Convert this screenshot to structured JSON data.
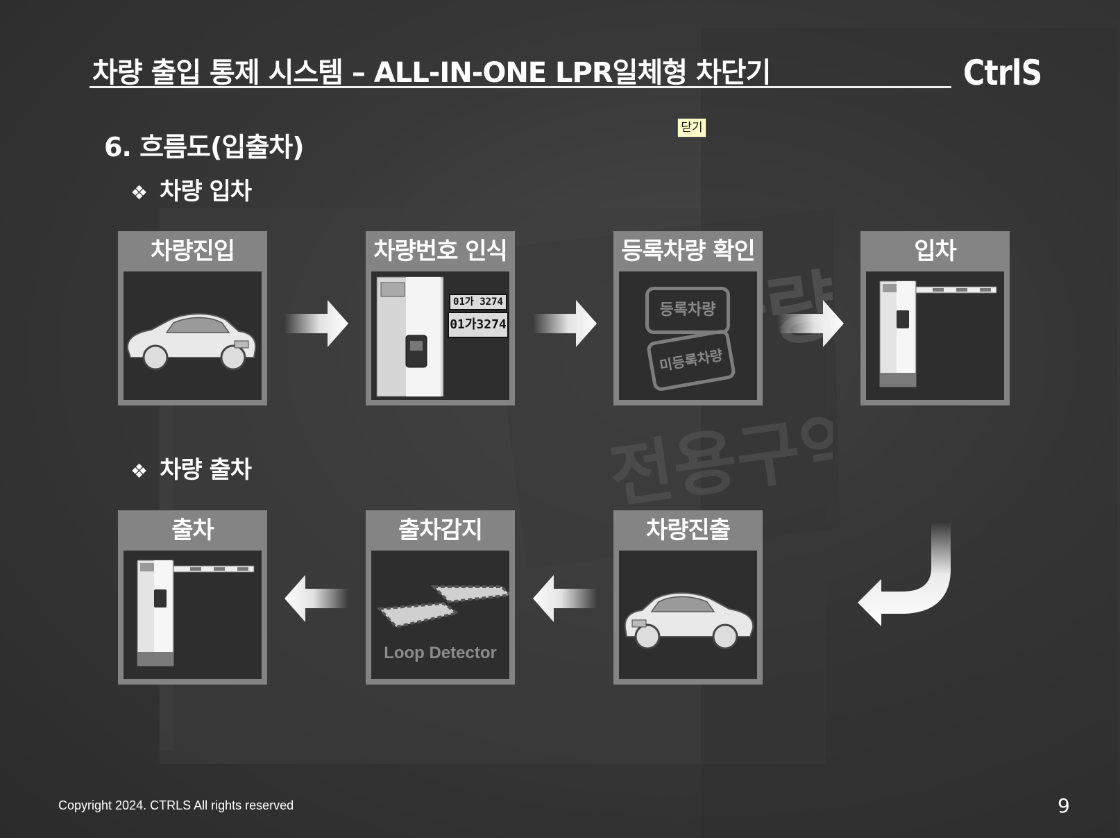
{
  "slide": {
    "title": "차량 출입 통제 시스템 – ALL-IN-ONE LPR일체형 차단기",
    "logo": "CtrlS",
    "close_button": "닫기",
    "section_heading": "6.  흐름도(입출차)",
    "entry_subheading": "차량 입차",
    "exit_subheading": "차량 출차",
    "bullet_icon": "diamond-bullet-icon",
    "page_number": "9",
    "copyright": "Copyright 2024. CTRLS All rights reserved"
  },
  "entry_flow": [
    {
      "label": "차량진입",
      "icon": "car-icon"
    },
    {
      "label": "차량번호 인식",
      "icon": "lpr-camera-icon",
      "plates": [
        "01가 3274",
        "01가3274"
      ]
    },
    {
      "label": "등록차량 확인",
      "icon": "registration-stamp-icon",
      "stamps": [
        "등록차량",
        "미등록차량"
      ]
    },
    {
      "label": "입차",
      "icon": "barrier-gate-icon"
    }
  ],
  "exit_flow": [
    {
      "label": "출차",
      "icon": "barrier-gate-icon"
    },
    {
      "label": "출차감지",
      "icon": "loop-detector-icon",
      "caption": "Loop Detector"
    },
    {
      "label": "차량진출",
      "icon": "car-icon"
    }
  ],
  "background_text": [
    "차량",
    "전용구역"
  ],
  "colors": {
    "card_frame": "#848484",
    "card_inner": "#2e2e2e",
    "text": "#ffffff",
    "close_button_bg": "#ffffcc"
  }
}
